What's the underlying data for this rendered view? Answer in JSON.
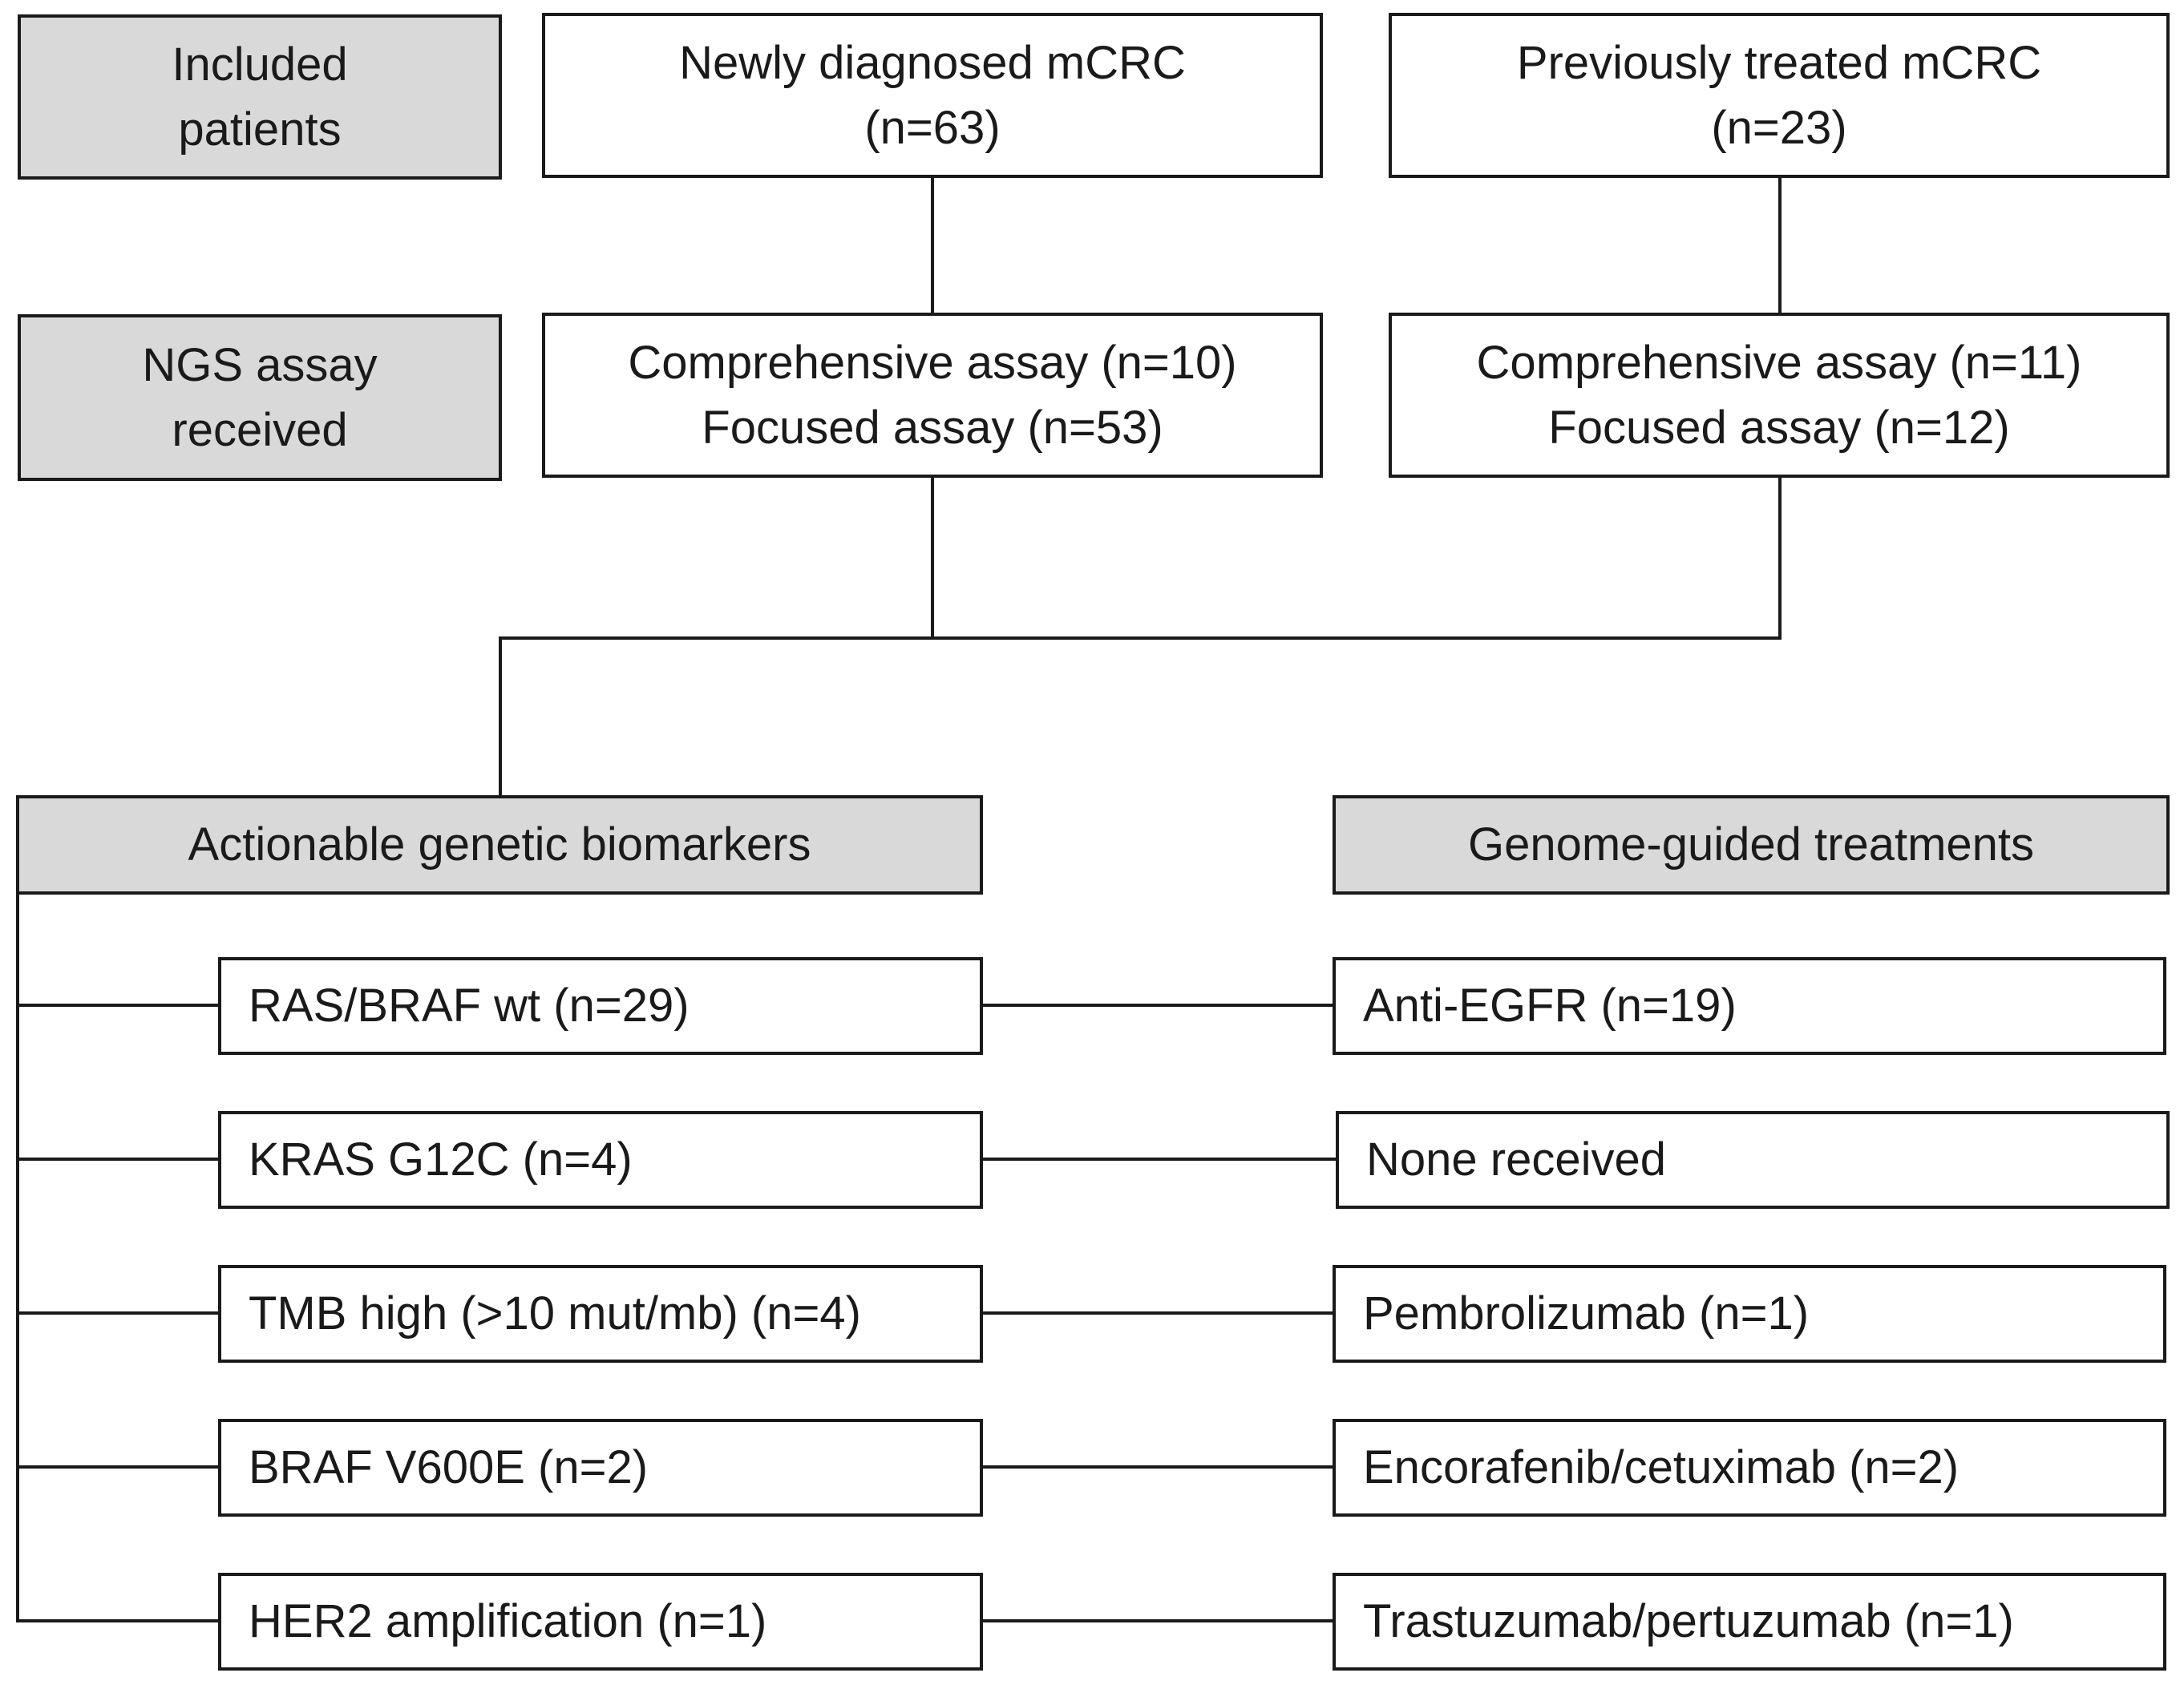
{
  "labels": {
    "included": [
      "Included",
      "patients"
    ],
    "ngs": [
      "NGS assay",
      "received"
    ],
    "biomarkers_header": "Actionable genetic biomarkers",
    "treatments_header": "Genome-guided treatments"
  },
  "cohorts": {
    "newly": {
      "title": "Newly diagnosed mCRC",
      "n": "(n=63)"
    },
    "previously": {
      "title": "Previously treated mCRC",
      "n": "(n=23)"
    }
  },
  "assays": {
    "newly": {
      "comprehensive": "Comprehensive assay (n=10)",
      "focused": "Focused assay (n=53)"
    },
    "previously": {
      "comprehensive": "Comprehensive assay (n=11)",
      "focused": "Focused assay (n=12)"
    }
  },
  "biomarkers": [
    "RAS/BRAF wt (n=29)",
    "KRAS G12C (n=4)",
    "TMB high (>10 mut/mb) (n=4)",
    "BRAF V600E (n=2)",
    "HER2 amplification (n=1)"
  ],
  "treatments": [
    "Anti-EGFR (n=19)",
    "None received",
    "Pembrolizumab (n=1)",
    "Encorafenib/cetuximab (n=2)",
    "Trastuzumab/pertuzumab (n=1)"
  ]
}
